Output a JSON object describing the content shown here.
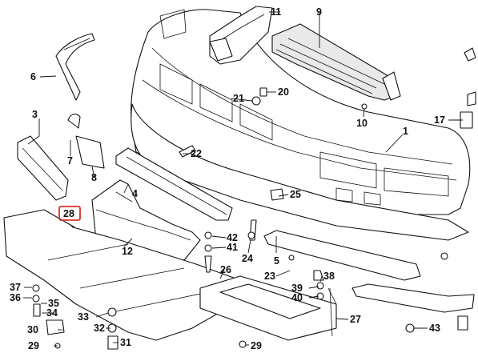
{
  "diagram": {
    "highlight_color": "#d9302c",
    "callouts": [
      {
        "id": "1",
        "text": "1"
      },
      {
        "id": "3",
        "text": "3"
      },
      {
        "id": "4",
        "text": "4"
      },
      {
        "id": "5",
        "text": "5"
      },
      {
        "id": "6",
        "text": "6"
      },
      {
        "id": "7",
        "text": "7"
      },
      {
        "id": "8",
        "text": "8"
      },
      {
        "id": "9",
        "text": "9"
      },
      {
        "id": "10",
        "text": "10"
      },
      {
        "id": "11",
        "text": "11"
      },
      {
        "id": "12",
        "text": "12"
      },
      {
        "id": "17",
        "text": "17"
      },
      {
        "id": "20",
        "text": "20"
      },
      {
        "id": "21",
        "text": "21"
      },
      {
        "id": "22",
        "text": "22"
      },
      {
        "id": "23",
        "text": "23"
      },
      {
        "id": "24",
        "text": "24"
      },
      {
        "id": "25",
        "text": "25"
      },
      {
        "id": "26",
        "text": "26"
      },
      {
        "id": "27",
        "text": "27"
      },
      {
        "id": "28",
        "text": "28",
        "highlighted": true
      },
      {
        "id": "29a",
        "text": "29"
      },
      {
        "id": "29b",
        "text": "29"
      },
      {
        "id": "30",
        "text": "30"
      },
      {
        "id": "31",
        "text": "31"
      },
      {
        "id": "32",
        "text": "32"
      },
      {
        "id": "33",
        "text": "33"
      },
      {
        "id": "34",
        "text": "34"
      },
      {
        "id": "35",
        "text": "35"
      },
      {
        "id": "36",
        "text": "36"
      },
      {
        "id": "37",
        "text": "37"
      },
      {
        "id": "38",
        "text": "38"
      },
      {
        "id": "39",
        "text": "39"
      },
      {
        "id": "40",
        "text": "40"
      },
      {
        "id": "41",
        "text": "41"
      },
      {
        "id": "42",
        "text": "42"
      },
      {
        "id": "43",
        "text": "43"
      }
    ]
  }
}
